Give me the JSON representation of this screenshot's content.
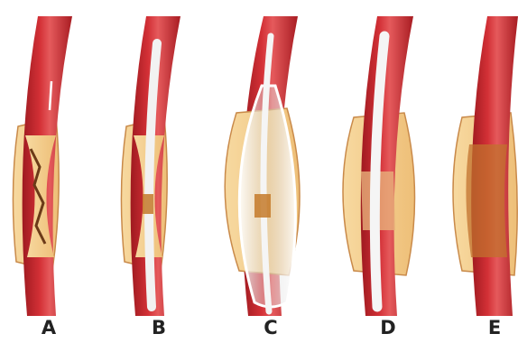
{
  "panels": [
    {
      "label": "A"
    },
    {
      "label": "B"
    },
    {
      "label": "C"
    },
    {
      "label": "D"
    },
    {
      "label": "E"
    }
  ],
  "colors": {
    "vessel_wall": "#c9242a",
    "vessel_highlight": "#e85a5a",
    "lumen": "#a51c22",
    "plaque": "#f2cc8a",
    "plaque_edge": "#b3641f",
    "device": "#f4f4f4",
    "stent": "#c47a2a",
    "label": "#222222"
  }
}
